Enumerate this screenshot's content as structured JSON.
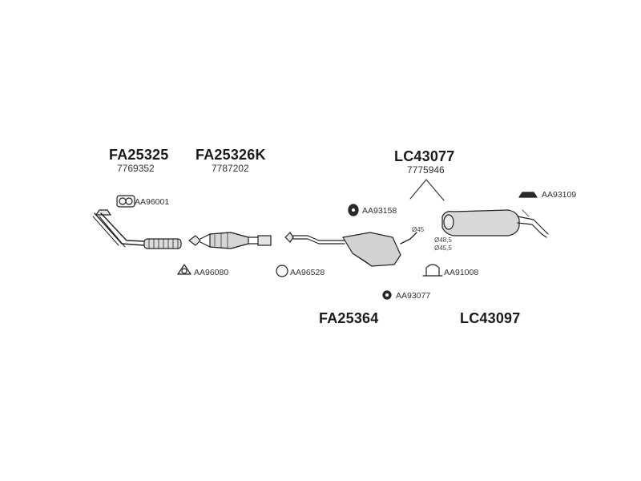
{
  "groups": [
    {
      "code": "FA25325",
      "ref": "7769352"
    },
    {
      "code": "FA25326K",
      "ref": "7787202"
    },
    {
      "code": "LC43077",
      "ref": "7775946"
    },
    {
      "code": "FA25364"
    },
    {
      "code": "LC43097"
    }
  ],
  "parts": {
    "aa96001": "AA96001",
    "aa96080": "AA96080",
    "aa96528": "AA96528",
    "aa93158": "AA93158",
    "aa93077": "AA93077",
    "aa91008": "AA91008",
    "aa93109": "AA93109"
  },
  "dims": {
    "d45": "Ø45",
    "d48_5": "Ø48,5",
    "d45_5": "Ø45,5"
  }
}
